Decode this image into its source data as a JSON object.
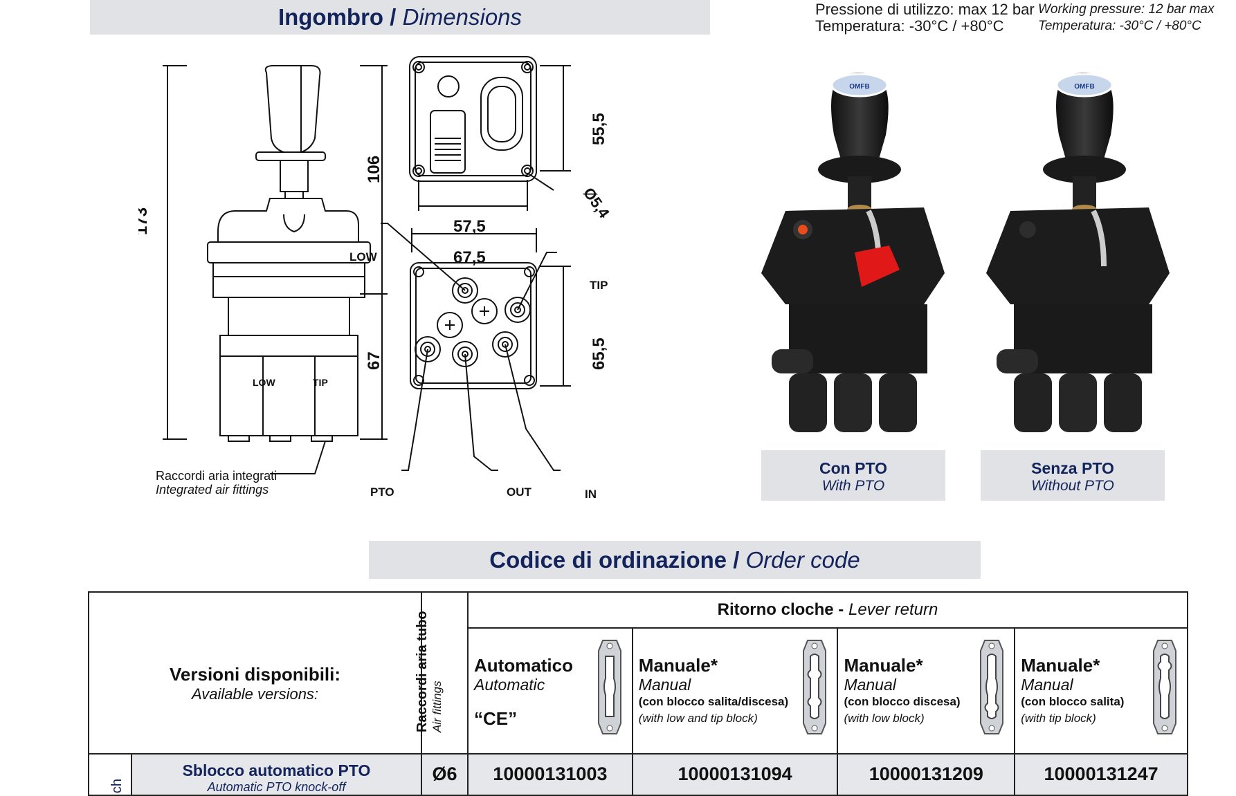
{
  "dimensions_section": {
    "title_it": "Ingombro",
    "sep": " / ",
    "title_en": "Dimensions"
  },
  "specs": {
    "it_pressure": "Pressione di utilizzo: max 12 bar",
    "it_temp": "Temperatura: -30°C / +80°C",
    "en_pressure": "Working pressure: 12 bar max",
    "en_temp": "Temperatura: -30°C / +80°C"
  },
  "drawing": {
    "dims": {
      "total": "173",
      "upper": "106",
      "lower": "67",
      "top_h": "55,5",
      "top_w": "57,5",
      "hole": "Ø5,4",
      "bottom_w": "67,5",
      "bottom_h": "65,5"
    },
    "labels": {
      "low": "LOW",
      "tip": "TIP",
      "pto": "PTO",
      "out": "OUT",
      "in": "IN",
      "engr_low": "LOW",
      "engr_tip": "TIP"
    },
    "fittings_it": "Raccordi aria integrati",
    "fittings_en": "Integrated air fittings",
    "knob_label": "OMFB"
  },
  "products": [
    {
      "name_it": "Con PTO",
      "name_en": "With PTO"
    },
    {
      "name_it": "Senza PTO",
      "name_en": "Without PTO"
    }
  ],
  "order_section": {
    "title_it": "Codice di ordinazione",
    "sep": " / ",
    "title_en": "Order code"
  },
  "table": {
    "versions_it": "Versioni disponibili:",
    "versions_en": "Available versions:",
    "fitting_it": "Raccordi aria tubo",
    "fitting_en": "Air fittings",
    "lever_it": "Ritorno cloche",
    "lever_sep": " - ",
    "lever_en": "Lever return",
    "options": [
      {
        "t1": "Automatico",
        "t2": "Automatic",
        "t3": "",
        "t4": "",
        "ce": "“CE”"
      },
      {
        "t1": "Manuale*",
        "t2": "Manual",
        "t3": "(con blocco salita/discesa)",
        "t4": "(with low and tip block)",
        "ce": ""
      },
      {
        "t1": "Manuale*",
        "t2": "Manual",
        "t3": "(con blocco discesa)",
        "t4": "(with low block)",
        "ce": ""
      },
      {
        "t1": "Manuale*",
        "t2": "Manual",
        "t3": "(con blocco salita)",
        "t4": "(with tip block)",
        "ce": ""
      }
    ],
    "row": {
      "side": "ch",
      "name_it": "Sblocco automatico PTO",
      "name_en": "Automatic PTO knock-off",
      "fitting": "Ø6",
      "codes": [
        "10000131003",
        "10000131094",
        "10000131209",
        "10000131247"
      ]
    }
  }
}
